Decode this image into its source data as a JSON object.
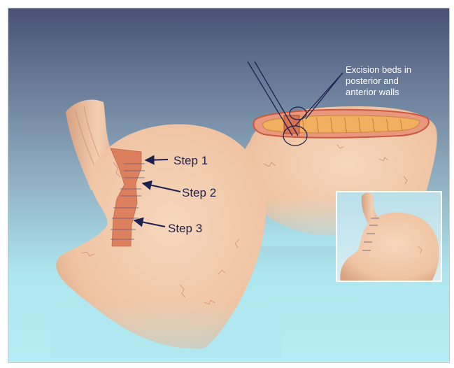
{
  "annotation": {
    "line1": "Excision beds in",
    "line2": "posterior and",
    "line3": "anterior walls"
  },
  "steps": [
    {
      "label": "Step 1"
    },
    {
      "label": "Step 2"
    },
    {
      "label": "Step 3"
    }
  ],
  "colors": {
    "background_top": "#4a5275",
    "background_bottom": "#aee6ef",
    "tissue": "#f1c7a8",
    "excision": "#d9734f",
    "arrow": "#1d2150"
  }
}
